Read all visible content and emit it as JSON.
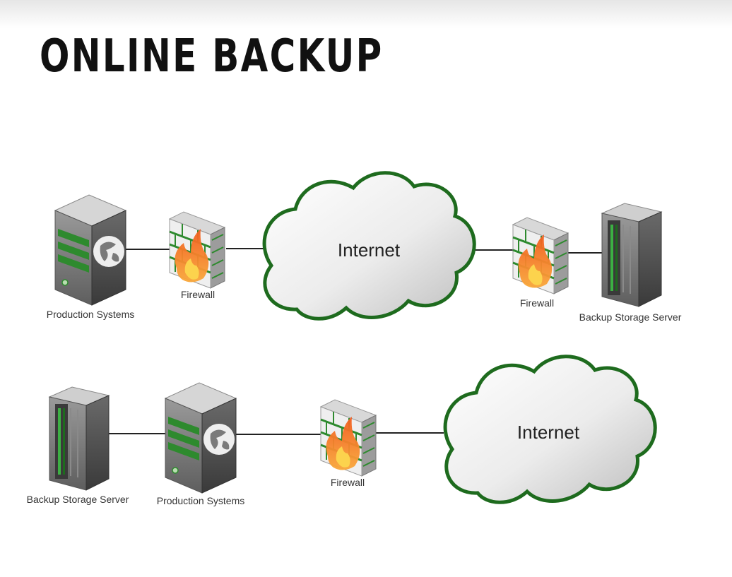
{
  "title": "ONLINE BACKUP",
  "labels": {
    "production_systems": "Production Systems",
    "firewall": "Firewall",
    "internet": "Internet",
    "backup_storage_server": "Backup Storage Server"
  },
  "diagrams": [
    {
      "nodes": [
        "Production Systems",
        "Firewall",
        "Internet",
        "Firewall",
        "Backup Storage Server"
      ]
    },
    {
      "nodes": [
        "Backup Storage Server",
        "Production Systems",
        "Firewall",
        "Internet"
      ]
    }
  ],
  "colors": {
    "cloud_outline": "#1e6b1e",
    "accent_green": "#2e8a2e",
    "flame_orange": "#f06a1a",
    "flame_yellow": "#f9b233",
    "server_gray": "#6f6f6f"
  }
}
